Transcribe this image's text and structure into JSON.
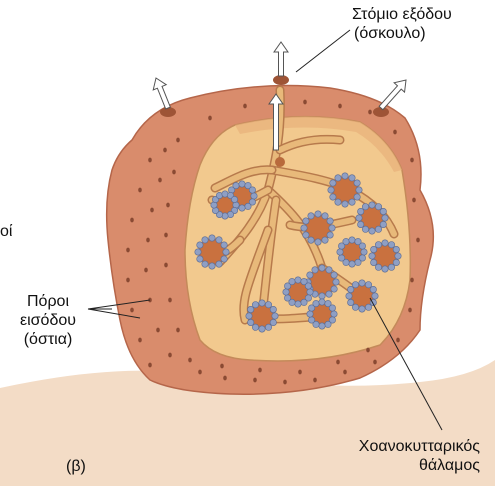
{
  "figure_tag": "(β)",
  "edge_fragment": "οί",
  "labels": {
    "osculum": [
      "Στόμιο εξόδου",
      "(όσκουλο)"
    ],
    "ostia": [
      "Πόροι",
      "εισόδου",
      "(όστια)"
    ],
    "choanocyte_chamber": [
      "Χοανοκυτταρικός",
      "θάλαμος"
    ]
  },
  "colors": {
    "sponge_body": "#d98c6c",
    "cut_surface": "#f2c98e",
    "canal": "#e8b97a",
    "canal_outline": "#b77a4c",
    "chamber": "#c9713f",
    "choanocyte": "#8f9fc4",
    "pore": "#8a4a33",
    "substrate": "#f3dcc6",
    "arrow": "#ffffff"
  }
}
